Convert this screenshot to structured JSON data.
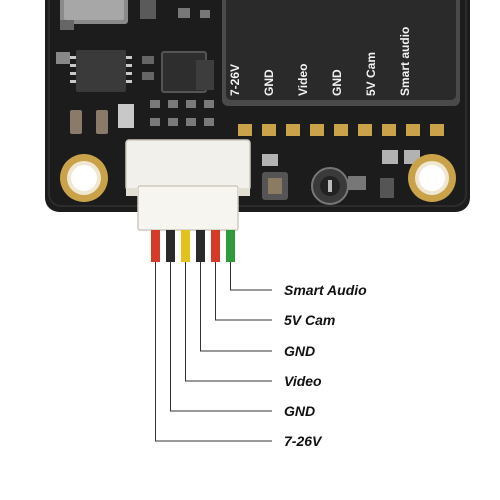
{
  "module_silkscreen": {
    "labels": [
      "7-26V",
      "GND",
      "Video",
      "GND",
      "5V Cam",
      "Smart audio"
    ]
  },
  "pinout": {
    "items": [
      {
        "label": "Smart Audio",
        "wire_color": "#2e9c3a"
      },
      {
        "label": "5V Cam",
        "wire_color": "#d63b2a"
      },
      {
        "label": "GND",
        "wire_color": "#2a2a2a"
      },
      {
        "label": "Video",
        "wire_color": "#e2c21c"
      },
      {
        "label": "GND",
        "wire_color": "#2a2a2a"
      },
      {
        "label": "7-26V",
        "wire_color": "#d63b2a"
      }
    ]
  },
  "colors": {
    "pcb": "#1c1c1c",
    "shield": "#2b2b2b",
    "gold": "#c9a24a",
    "connector": "#f2f0ea",
    "leader_line": "#333333"
  }
}
